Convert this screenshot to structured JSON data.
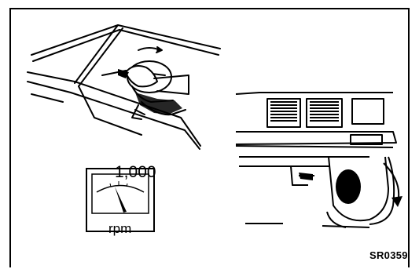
{
  "gauge": {
    "value_label": "1,000",
    "unit_label": "rpm"
  },
  "figure": {
    "code": "SR0359"
  },
  "icons": [
    "steering-wheel-hand-icon",
    "tachometer-icon",
    "front-wheel-icon",
    "rotation-arrow-icon"
  ]
}
